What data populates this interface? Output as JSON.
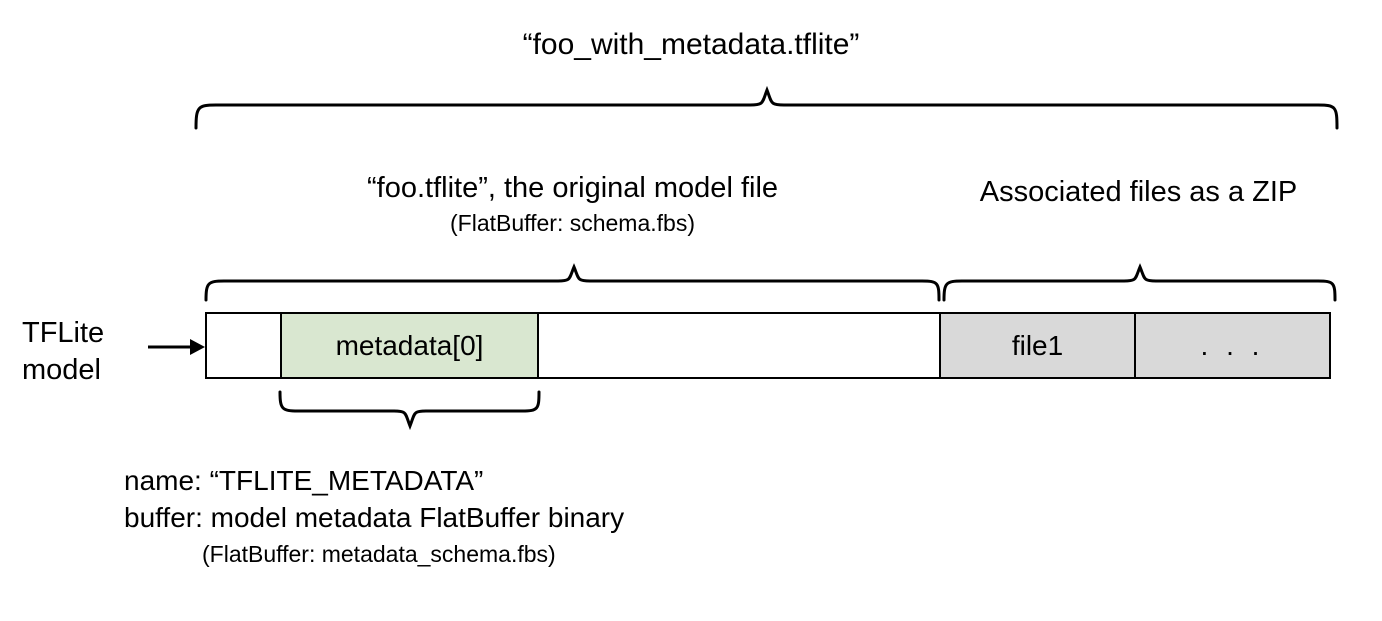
{
  "diagram": {
    "title": "“foo_with_metadata.tflite”",
    "left_label_line1": "TFLite",
    "left_label_line2": "model",
    "arrow_icon": "right-arrow-icon",
    "sections": [
      {
        "id": "original-model",
        "label": "“foo.tflite”, the original model file",
        "sublabel": "(FlatBuffer: schema.fbs)"
      },
      {
        "id": "zip-files",
        "label": "Associated files as a ZIP",
        "sublabel": ""
      }
    ],
    "cells": [
      {
        "id": "header-cell",
        "text": "",
        "fill": "#ffffff"
      },
      {
        "id": "metadata-cell",
        "text": "metadata[0]",
        "fill": "#d9e7d0"
      },
      {
        "id": "body-cell",
        "text": "",
        "fill": "#ffffff"
      },
      {
        "id": "file1-cell",
        "text": "file1",
        "fill": "#d9d9d9"
      },
      {
        "id": "ellipsis-cell",
        "text": ". . .",
        "fill": "#d9d9d9"
      }
    ],
    "annotation": {
      "line1": "name: “TFLITE_METADATA”",
      "line2": "buffer: model metadata FlatBuffer binary",
      "line3": "(FlatBuffer: metadata_schema.fbs)"
    },
    "colors": {
      "metadata_green": "#d9e7d0",
      "zip_gray": "#d9d9d9",
      "stroke": "#000000",
      "background": "#ffffff"
    }
  }
}
